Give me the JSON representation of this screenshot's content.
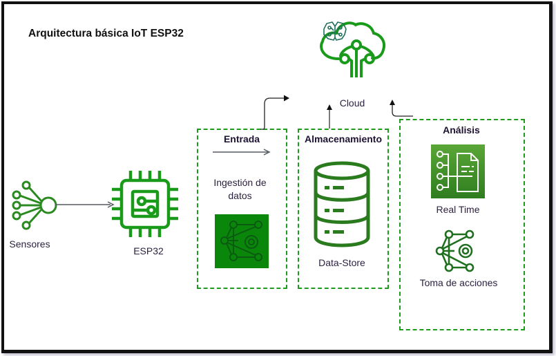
{
  "diagram": {
    "title": "Arquitectura básica IoT ESP32",
    "colors": {
      "icon_green": "#1a9a1a",
      "dark_green": "#1f6f1f",
      "dashed_border": "#1e9a1e",
      "ingestion_fill": "#0a870a",
      "realtime_fill_top": "#5aa637",
      "realtime_fill_bottom": "#2f7d20",
      "arrow": "#555a60",
      "label_text": "#2a1f3d"
    },
    "nodes": {
      "sensores": {
        "label": "Sensores",
        "icon": "sensor-hub-icon"
      },
      "esp32": {
        "label": "ESP32",
        "icon": "microchip-icon"
      },
      "cloud": {
        "label": "Cloud",
        "icon": "cloud-ai-icon"
      },
      "ingestion": {
        "label": "Ingestión de datos",
        "icon": "ml-network-gear-icon"
      },
      "datastore": {
        "label": "Data-Store",
        "icon": "database-icon"
      },
      "realtime": {
        "label": "Real Time",
        "icon": "realtime-document-icon"
      },
      "actions": {
        "label": "Toma de acciones",
        "icon": "network-gear-icon"
      }
    },
    "groups": {
      "entrada": {
        "label": "Entrada"
      },
      "almacenamiento": {
        "label": "Almacenamiento"
      },
      "analisis": {
        "label": "Análisis"
      }
    },
    "edges": [
      {
        "from": "Sensores",
        "to": "ESP32"
      },
      {
        "from": "Entrada",
        "to": "Cloud"
      },
      {
        "from": "Almacenamiento",
        "to": "Cloud"
      },
      {
        "from": "Análisis",
        "to": "Cloud"
      }
    ]
  }
}
